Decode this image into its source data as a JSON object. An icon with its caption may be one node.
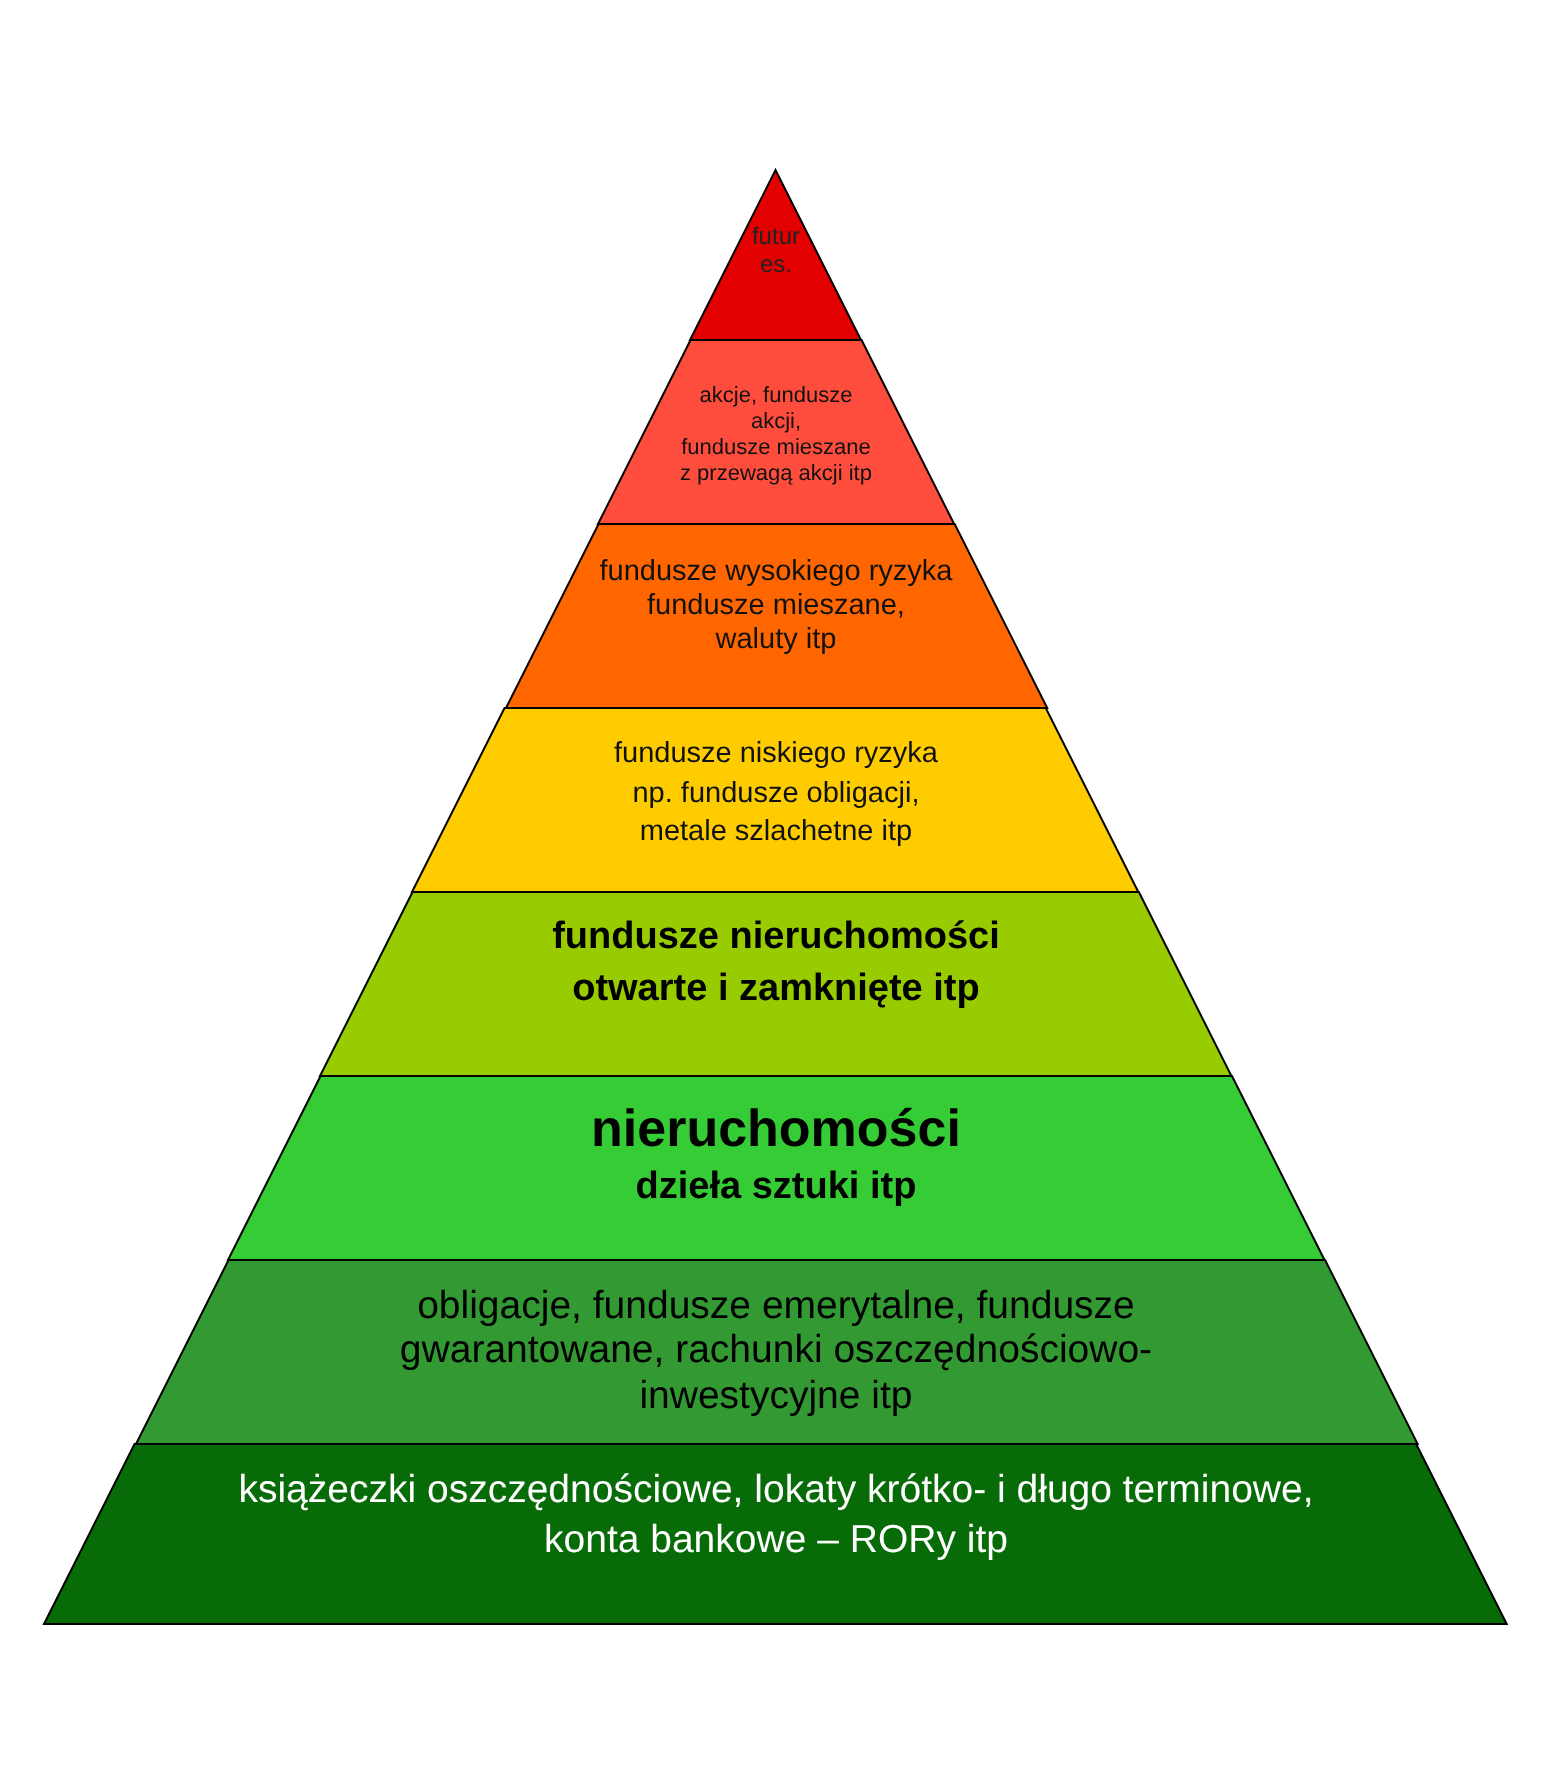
{
  "diagram": {
    "nodes": [
      {
        "text": [
          "futur es."
        ]
      },
      {
        "text": [
          "akcje, fundusze akcji, fundusze mieszane z przewagą akcji itp"
        ]
      },
      {
        "text": [
          "fundusze wysokiego ryzyka fundusze mieszane, waluty itp"
        ]
      },
      {
        "text": [
          "fundusze niskiego ryzyka np. fundusze obligacji, metale szlachetne itp"
        ]
      },
      {
        "text": [
          "fundusze nieruchomości otwarte i zamknięte itp"
        ]
      },
      {
        "text": [
          "nieruchomości",
          "dzieła sztuki itp"
        ]
      },
      {
        "text": [
          "obligacje, fundusze emerytalne, fundusze gwarantowane, rachunki oszczędnościowo- inwestycyjne itp"
        ]
      },
      {
        "text": [
          "książeczki oszczędnościowe, lokaty krótko- i długo terminowe, konta bankowe – RORy itp"
        ]
      }
    ]
  }
}
